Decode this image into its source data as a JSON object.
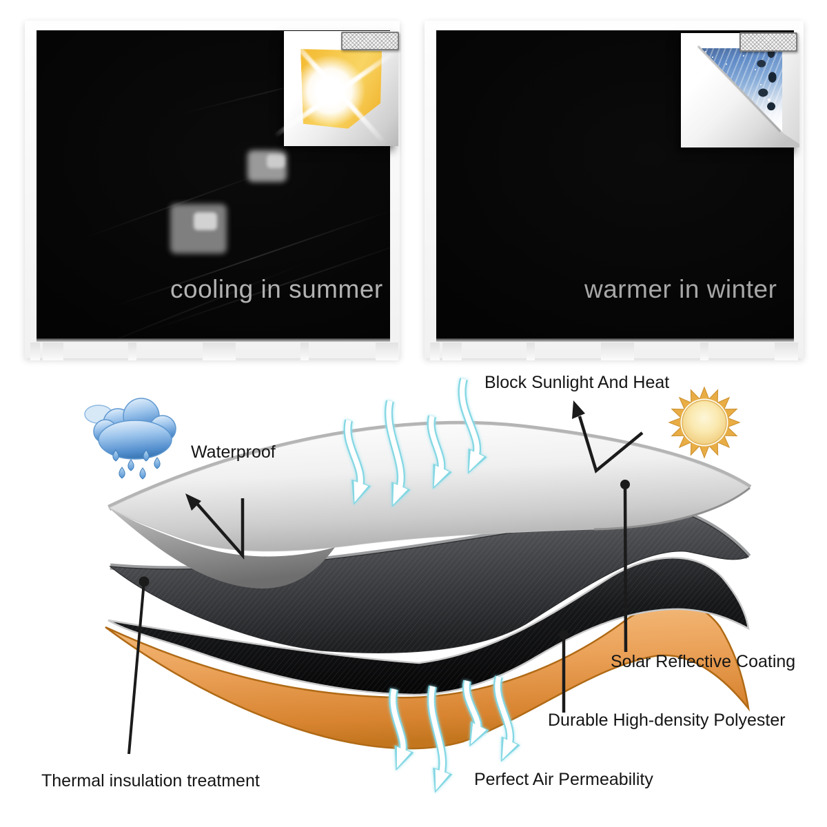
{
  "panels": {
    "summer": {
      "caption": "cooling in summer"
    },
    "winter": {
      "caption": "warmer in winter"
    }
  },
  "labels": {
    "block_sunlight": "Block Sunlight And Heat",
    "waterproof": "Waterproof",
    "solar_reflective": "Solar Reflective Coating",
    "durable_polyester": "Durable High-density Polyester",
    "air_permeability": "Perfect Air Permeability",
    "thermal_insulation": "Thermal insulation treatment"
  },
  "icons": {
    "sun": "sun-icon",
    "rain_cloud": "rain-cloud-icon",
    "airflow_top": "airflow-down-arrows",
    "airflow_bottom": "air-permeability-arrows",
    "velcro": "velcro-mesh-strip"
  },
  "layers": {
    "order": [
      "solar reflective coating (silver)",
      "durable high-density polyester (charcoal)",
      "blackout layer (black)",
      "thermal insulation layer (orange)"
    ]
  },
  "colors": {
    "blind_black": "#050505",
    "layer_silver": "#e9e9e9",
    "layer_charcoal": "#3f4144",
    "layer_black": "#131416",
    "layer_orange": "#e49a50",
    "airflow_cyan": "#84d7e3",
    "sun_gold": "#eec05e",
    "cloud_blue": "#5590cf",
    "caption_gray": "#b2b2b2",
    "label_black": "#151515"
  }
}
